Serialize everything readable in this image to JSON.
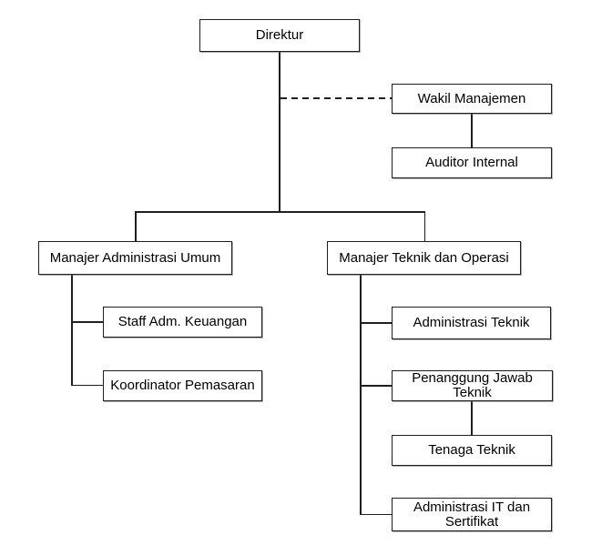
{
  "diagram": {
    "type": "org-chart",
    "nodes": {
      "direktur": {
        "label": "Direktur",
        "level": 1
      },
      "wakil_manajemen": {
        "label": "Wakil Manajemen",
        "level": 2
      },
      "auditor_internal": {
        "label": "Auditor Internal",
        "level": 3
      },
      "manajer_administrasi_umum": {
        "label": "Manajer Administrasi Umum",
        "level": 2
      },
      "manajer_teknik_dan_operasi": {
        "label": "Manajer Teknik dan Operasi",
        "level": 2
      },
      "staff_adm_keuangan": {
        "label": "Staff Adm. Keuangan",
        "level": 3
      },
      "koordinator_pemasaran": {
        "label": "Koordinator Pemasaran",
        "level": 3
      },
      "administrasi_teknik": {
        "label": "Administrasi Teknik",
        "level": 3
      },
      "penanggung_jawab_teknik": {
        "label": "Penanggung Jawab\nTeknik",
        "level": 3
      },
      "tenaga_teknik": {
        "label": "Tenaga Teknik",
        "level": 4
      },
      "administrasi_it_dan_sertifikat": {
        "label": "Administrasi IT dan\nSertifikat",
        "level": 3
      }
    },
    "edges": [
      {
        "from": "Direktur",
        "to": "Wakil Manajemen",
        "style": "dashed"
      },
      {
        "from": "Wakil Manajemen",
        "to": "Auditor Internal",
        "style": "solid"
      },
      {
        "from": "Direktur",
        "to": "Manajer Administrasi Umum",
        "style": "solid"
      },
      {
        "from": "Direktur",
        "to": "Manajer Teknik dan Operasi",
        "style": "solid"
      },
      {
        "from": "Manajer Administrasi Umum",
        "to": "Staff Adm. Keuangan",
        "style": "solid"
      },
      {
        "from": "Manajer Administrasi Umum",
        "to": "Koordinator Pemasaran",
        "style": "solid"
      },
      {
        "from": "Manajer Teknik dan Operasi",
        "to": "Administrasi Teknik",
        "style": "solid"
      },
      {
        "from": "Manajer Teknik dan Operasi",
        "to": "Penanggung Jawab Teknik",
        "style": "solid"
      },
      {
        "from": "Penanggung Jawab Teknik",
        "to": "Tenaga Teknik",
        "style": "solid"
      },
      {
        "from": "Manajer Teknik dan Operasi",
        "to": "Administrasi IT dan Sertifikat",
        "style": "solid"
      }
    ],
    "colors": {
      "line": "#1f1f1f",
      "text": "#000000",
      "background": "#ffffff",
      "box_background": "#ffffff"
    }
  }
}
